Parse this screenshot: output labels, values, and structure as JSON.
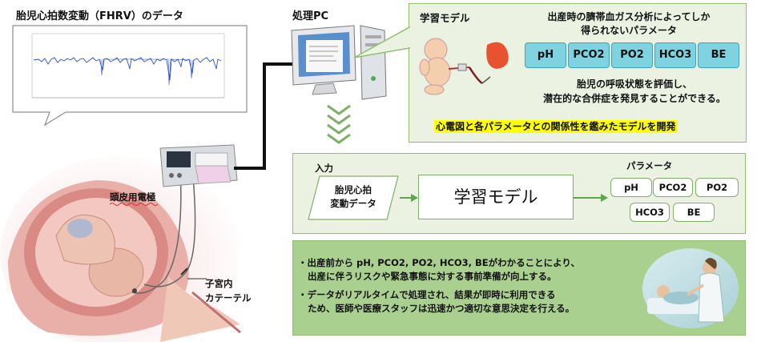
{
  "fhrv": {
    "title": "胎児心拍数変動（FHRV）のデータ"
  },
  "pc": {
    "title": "処理PC"
  },
  "learning": {
    "title": "学習モデル",
    "heading_line1": "出産時の臍帯血ガス分析によってしか",
    "heading_line2": "得られないパラメータ",
    "params": [
      "pH",
      "PCO2",
      "PO2",
      "HCO3",
      "BE"
    ],
    "desc_line1": "胎児の呼吸状態を評価し、",
    "desc_line2": "潜在的な合併症を発見することができる。",
    "highlight": "心電図と各パラメータとの関係性を鑑みたモデルを開発",
    "highlight_color": "#ffff00"
  },
  "flow": {
    "input_label": "入力",
    "input_line1": "胎児心拍",
    "input_line2": "変動データ",
    "model_label": "学習モデル",
    "params_label": "パラメータ",
    "params": [
      "pH",
      "PCO2",
      "PO2",
      "HCO3",
      "BE"
    ]
  },
  "benefits": {
    "b1_line1": "・出産前から pH, PCO2, PO2, HCO3, BEがわかることにより、",
    "b1_line2": "出産に伴うリスクや緊急事態に対する事前準備が向上する。",
    "b2_line1": "・データがリアルタイムで処理され、結果が即時に利用できる",
    "b2_line2": "ため、医師や医療スタッフは迅速かつ適切な意思決定を行える。"
  },
  "illustration": {
    "electrode_label": "頭皮用電極",
    "catheter_line1": "子宮内",
    "catheter_line2": "カテーテル"
  },
  "colors": {
    "green_panel": "#ebf2e2",
    "green_border": "#8fbf6f",
    "param_fill": "#7fd3e0",
    "arrow_green": "#5aa84a"
  }
}
